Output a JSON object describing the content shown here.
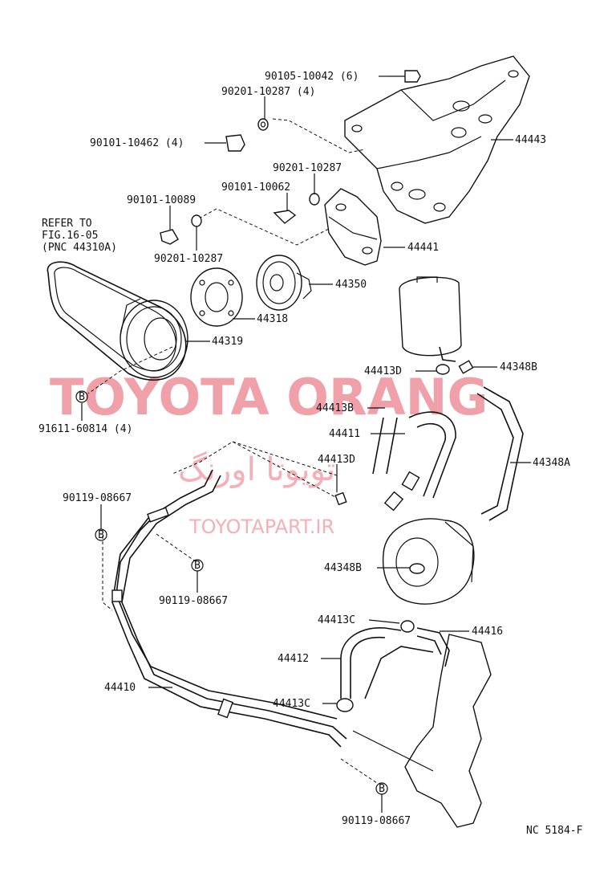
{
  "watermark": {
    "main": "TOYOTA ORANG",
    "farsi": "تویوتا اورنگ",
    "site": "TOYOTAPART.IR"
  },
  "drawing_code": "NC 5184-F",
  "refer_note": {
    "line1": "REFER TO",
    "line2": "FIG.16-05",
    "line3": "(PNC 44310A)"
  },
  "callout_symbol": "B",
  "labels": {
    "p90105": "90105-10042 (6)",
    "p90201_4": "90201-10287 (4)",
    "p90101_4": "90101-10462 (4)",
    "p44443": "44443",
    "p90201_b": "90201-10287",
    "p90101_62": "90101-10062",
    "p90101_89": "90101-10089",
    "p44441": "44441",
    "p90201_c": "90201-10287",
    "p44350": "44350",
    "p44318": "44318",
    "p44319": "44319",
    "p44413D_a": "44413D",
    "p44348B_a": "44348B",
    "p44413B": "44413B",
    "p44411": "44411",
    "p44348A": "44348A",
    "p91611": "91611-60814 (4)",
    "p44413D_b": "44413D",
    "p90119_a": "90119-08667",
    "p90119_b": "90119-08667",
    "p44348B_b": "44348B",
    "p44413C_a": "44413C",
    "p44416": "44416",
    "p44412": "44412",
    "p44410": "44410",
    "p44413C_b": "44413C",
    "p90119_c": "90119-08667"
  }
}
